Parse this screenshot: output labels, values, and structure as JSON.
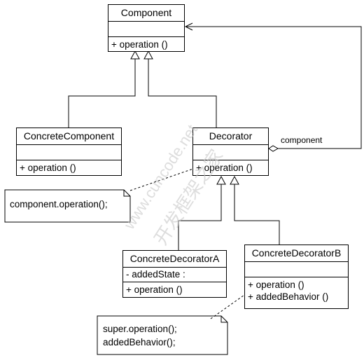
{
  "classes": {
    "component": {
      "name": "Component",
      "operations": [
        "+  operation ()"
      ]
    },
    "concrete_component": {
      "name": "ConcreteComponent",
      "operations": [
        "+  operation ()"
      ]
    },
    "decorator": {
      "name": "Decorator",
      "operations": [
        "+  operation ()"
      ]
    },
    "concrete_decorator_a": {
      "name": "ConcreteDecoratorA",
      "attributes": [
        "-  addedState  :"
      ],
      "operations": [
        "+  operation ()"
      ]
    },
    "concrete_decorator_b": {
      "name": "ConcreteDecoratorB",
      "operations": [
        "+  operation ()",
        "+  addedBehavior ()"
      ]
    }
  },
  "association_label": "component",
  "notes": {
    "decorator_note": "component.operation();",
    "decorator_b_note_line1": "super.operation();",
    "decorator_b_note_line2": "addedBehavior();"
  },
  "watermark": {
    "latin": "www.cuncode.net",
    "cjk": "开发框架之家"
  },
  "colors": {
    "line": "#000000",
    "background": "#ffffff",
    "watermark": "#c8c8c8"
  }
}
